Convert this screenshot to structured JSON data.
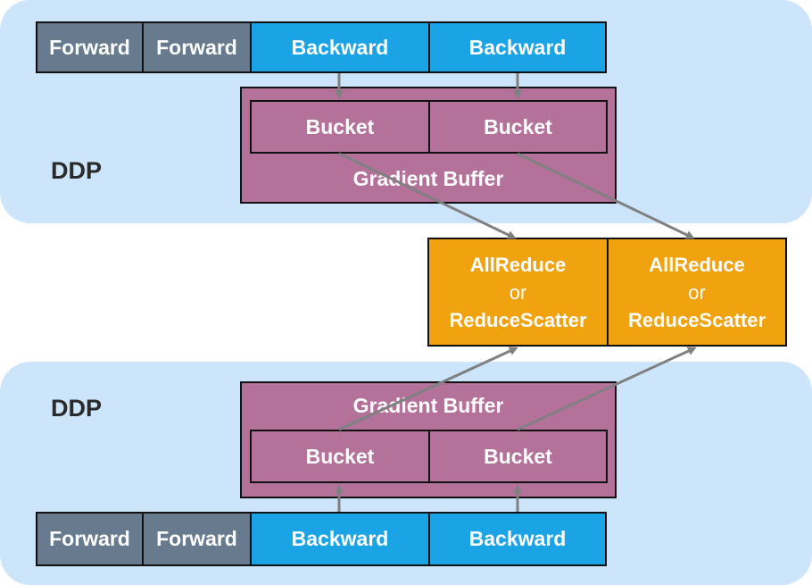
{
  "top": {
    "ddp_label": "DDP",
    "pipeline": [
      "Forward",
      "Forward",
      "Backward",
      "Backward"
    ],
    "buckets": [
      "Bucket",
      "Bucket"
    ],
    "buffer_label": "Gradient Buffer"
  },
  "middle": {
    "reducers": [
      {
        "line1": "AllReduce",
        "line2": "or",
        "line3": "ReduceScatter"
      },
      {
        "line1": "AllReduce",
        "line2": "or",
        "line3": "ReduceScatter"
      }
    ]
  },
  "bottom": {
    "ddp_label": "DDP",
    "pipeline": [
      "Forward",
      "Forward",
      "Backward",
      "Backward"
    ],
    "buckets": [
      "Bucket",
      "Bucket"
    ],
    "buffer_label": "Gradient Buffer"
  },
  "colors": {
    "panel": "#cce5fb",
    "forward": "#687a8d",
    "backward": "#1aa4e6",
    "bucket": "#b4729b",
    "reduce": "#f0a20f",
    "arrow": "#808080"
  }
}
